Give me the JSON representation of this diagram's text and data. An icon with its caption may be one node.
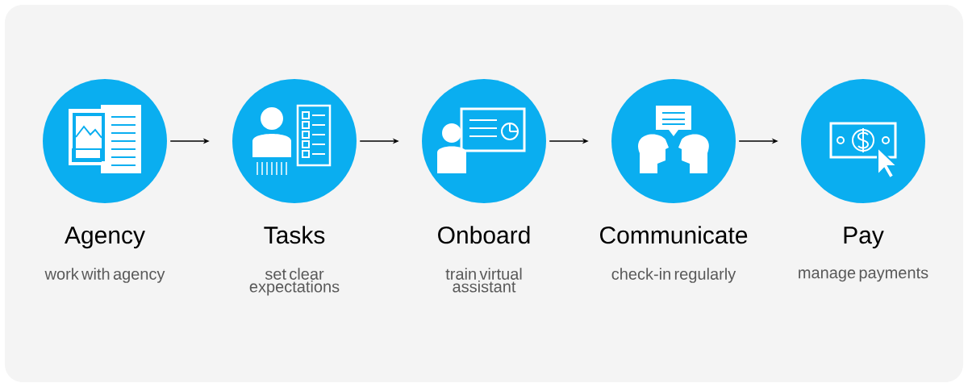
{
  "diagram": {
    "nodes": [
      {
        "text": [
          "Agency",
          "work with agency"
        ]
      },
      {
        "text": [
          "Tasks",
          "set clear expectations"
        ]
      },
      {
        "text": [
          "Onboard",
          "train virtual assistant"
        ]
      },
      {
        "text": [
          "Communicate",
          "check-in regularly"
        ]
      },
      {
        "text": [
          "Pay",
          "manage payments"
        ]
      }
    ],
    "edges": [
      {
        "from": 0,
        "to": 1,
        "arrow": "to"
      },
      {
        "from": 1,
        "to": 2,
        "arrow": "to"
      },
      {
        "from": 2,
        "to": 3,
        "arrow": "to"
      },
      {
        "from": 3,
        "to": 4,
        "arrow": "to"
      }
    ]
  }
}
